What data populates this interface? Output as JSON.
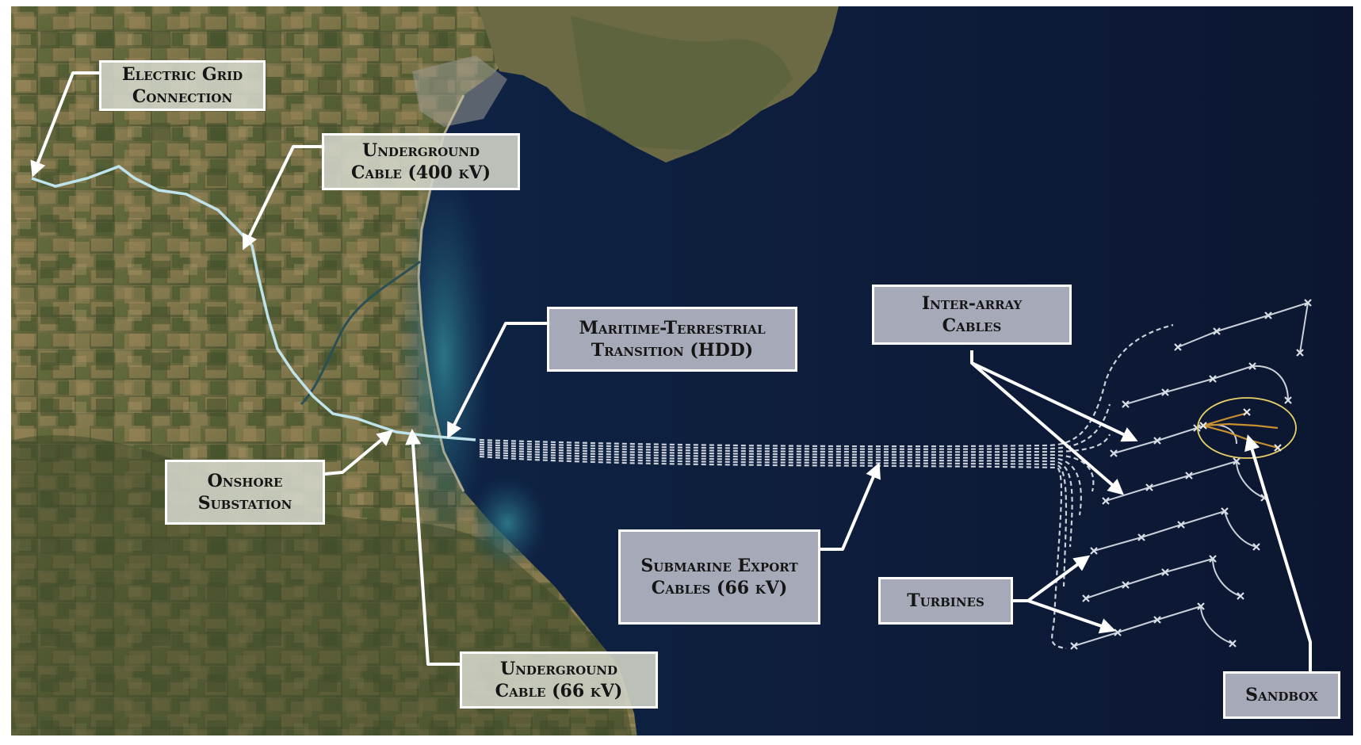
{
  "labels": {
    "grid_connection": [
      "Electric Grid",
      "Connection"
    ],
    "underground_400": [
      "Underground",
      "Cable (400 kV)"
    ],
    "transition_hdd": [
      "Maritime-Terrestrial",
      "Transition (HDD)"
    ],
    "onshore_substation": [
      "Onshore",
      "Substation"
    ],
    "underground_66": [
      "Underground",
      "Cable (66 kV)"
    ],
    "submarine_export": [
      "Submarine Export",
      "Cables (66 kV)"
    ],
    "inter_array": [
      "Inter-array",
      "Cables"
    ],
    "turbines": [
      "Turbines"
    ],
    "sandbox": [
      "Sandbox"
    ]
  },
  "colors": {
    "sea": "#0e1a33",
    "land": "#6e6a42",
    "onshore_cable": "#bfe3ea",
    "offshore_cable": "#c9d0d8",
    "sandbox_cable": "#c8902e",
    "sandbox_ellipse": "#e8d26a"
  },
  "features": {
    "map_style": "satellite",
    "turbine_symbol": "x-marker"
  }
}
